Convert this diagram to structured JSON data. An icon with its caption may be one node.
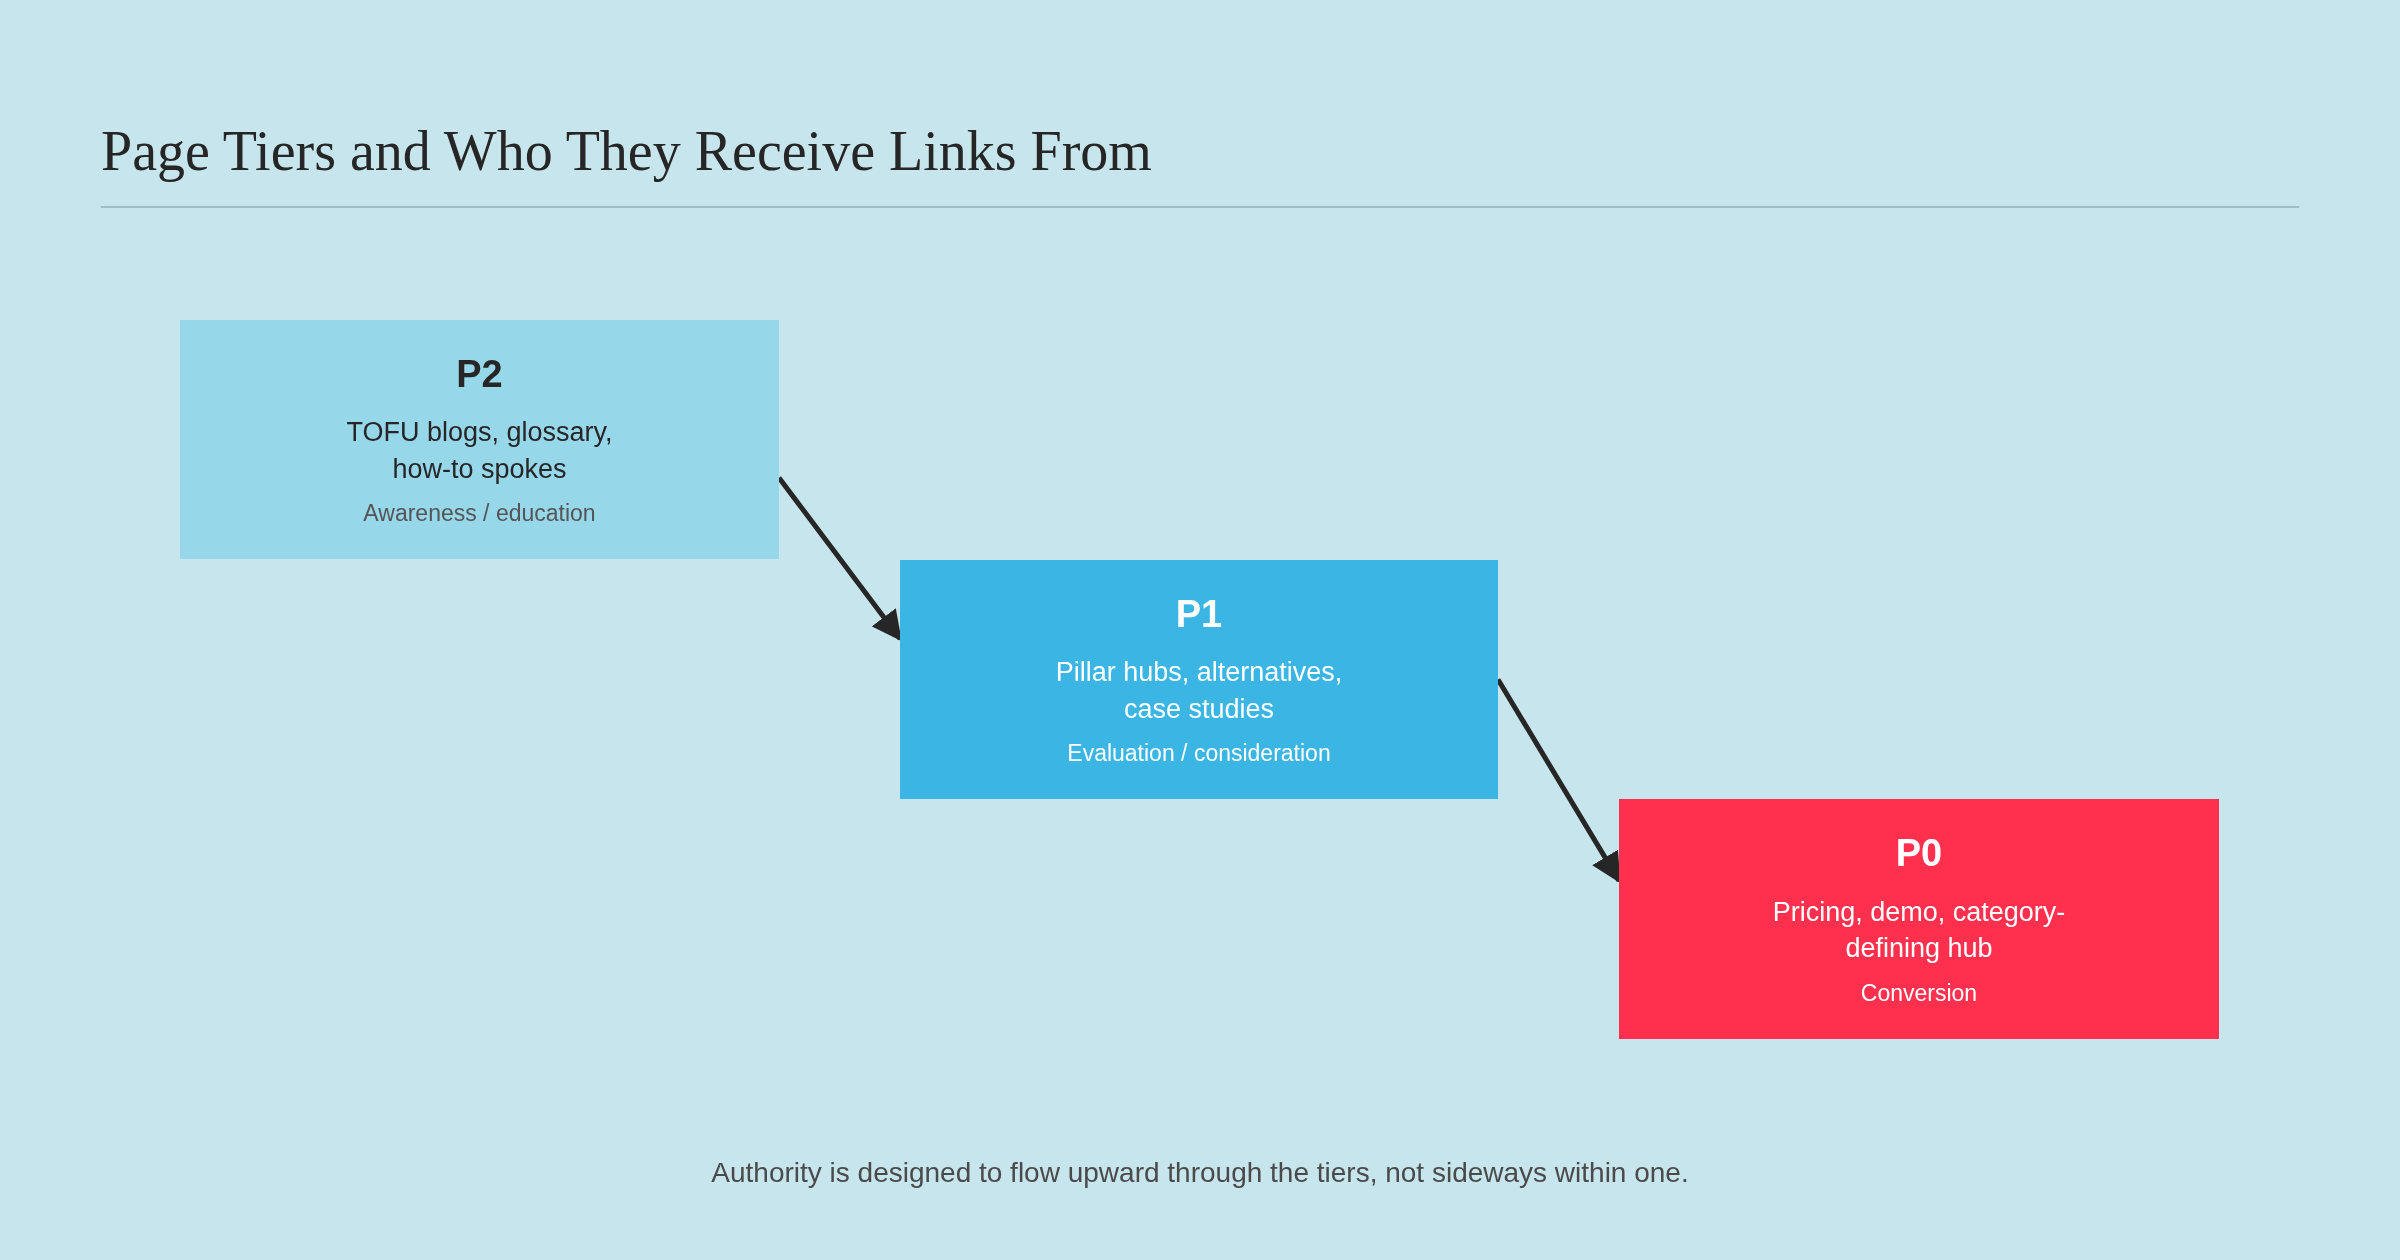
{
  "diagram": {
    "title": "Page Tiers and Who They Receive Links From",
    "nodes": [
      {
        "text": [
          "P2",
          "TOFU blogs, glossary, how-to spokes",
          "Awareness / education"
        ]
      },
      {
        "text": [
          "P1",
          "Pillar hubs, alternatives, case studies",
          "Evaluation / consideration"
        ]
      },
      {
        "text": [
          "P0",
          "Pricing, demo, category-defining hub",
          "Conversion"
        ]
      }
    ],
    "edges": [
      {
        "from": 0,
        "to": 1,
        "arrow": "to"
      },
      {
        "from": 1,
        "to": 2,
        "arrow": "to"
      }
    ],
    "caption": "Authority is designed to flow upward through the tiers, not sideways within one."
  }
}
